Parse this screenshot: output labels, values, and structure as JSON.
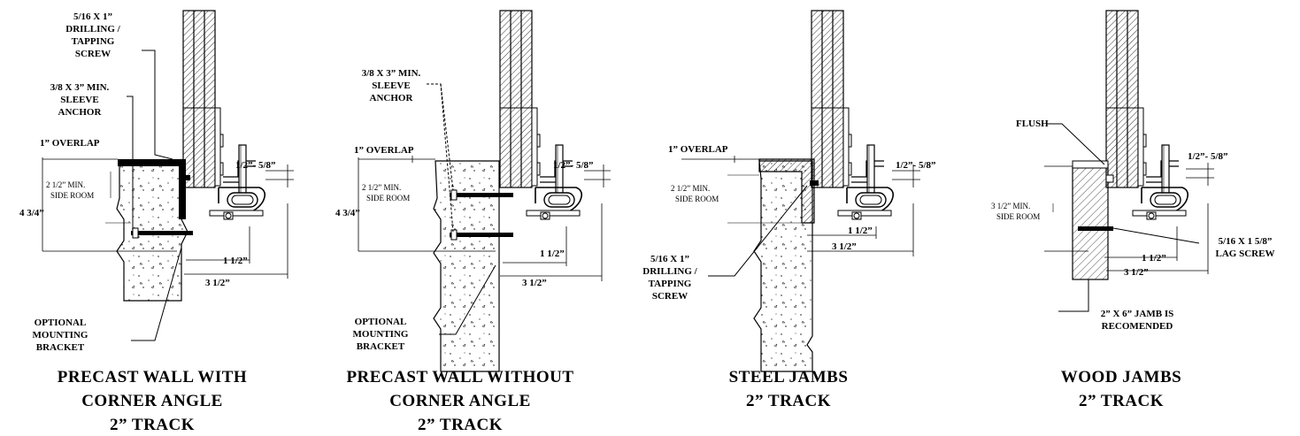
{
  "panels": [
    {
      "caption": [
        "PRECAST WALL WITH",
        "CORNER ANGLE",
        "2” TRACK"
      ],
      "screw_label": [
        "5/16 X 1”",
        "DRILLING /",
        "TAPPING",
        "SCREW"
      ],
      "anchor_label": [
        "3/8 X 3” MIN.",
        "SLEEVE",
        "ANCHOR"
      ],
      "overlap": "1” OVERLAP",
      "side_room": [
        "2 1/2” MIN.",
        "SIDE ROOM"
      ],
      "dim_vertical": "4 3/4”",
      "dim_gap": "1/2”- 5/8”",
      "dim_small": "1 1/2”",
      "dim_large": "3 1/2”",
      "bracket_label": [
        "OPTIONAL",
        "MOUNTING",
        "BRACKET"
      ]
    },
    {
      "caption": [
        "PRECAST WALL WITHOUT",
        "CORNER ANGLE",
        "2” TRACK"
      ],
      "anchor_label": [
        "3/8 X 3” MIN.",
        "SLEEVE",
        "ANCHOR"
      ],
      "overlap": "1” OVERLAP",
      "side_room": [
        "2 1/2” MIN.",
        "SIDE ROOM"
      ],
      "dim_vertical": "4 3/4”",
      "dim_gap": "1/2”- 5/8”",
      "dim_small": "1 1/2”",
      "dim_large": "3 1/2”",
      "bracket_label": [
        "OPTIONAL",
        "MOUNTING",
        "BRACKET"
      ]
    },
    {
      "caption": [
        "STEEL JAMBS",
        "2” TRACK"
      ],
      "overlap": "1” OVERLAP",
      "side_room": [
        "2 1/2” MIN.",
        "SIDE ROOM"
      ],
      "dim_gap": "1/2”- 5/8”",
      "dim_small": "1 1/2”",
      "dim_large": "3 1/2”",
      "screw_label": [
        "5/16 X 1”",
        "DRILLING /",
        "TAPPING",
        "SCREW"
      ]
    },
    {
      "caption": [
        "WOOD  JAMBS",
        "2” TRACK"
      ],
      "flush": "FLUSH",
      "side_room": [
        "3 1/2” MIN.",
        "SIDE ROOM"
      ],
      "dim_gap": "1/2”- 5/8”",
      "dim_small": "1 1/2”",
      "dim_large": "3 1/2”",
      "lag_label": [
        "5/16 X 1 5/8”",
        "LAG SCREW"
      ],
      "jamb_label": [
        "2” X 6” JAMB IS",
        "RECOMENDED"
      ]
    }
  ]
}
